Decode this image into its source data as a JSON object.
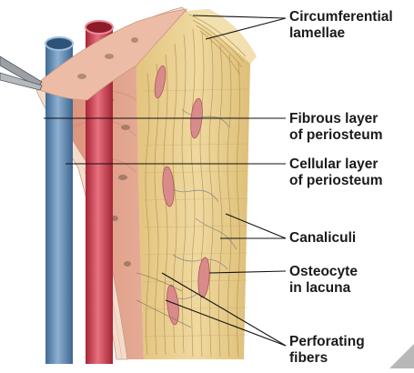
{
  "labels": {
    "circumferential_lamellae": [
      "Circumferential",
      "lamellae"
    ],
    "fibrous_layer": [
      "Fibrous layer",
      "of periosteum"
    ],
    "cellular_layer": [
      "Cellular layer",
      "of periosteum"
    ],
    "canaliculi": [
      "Canaliculi"
    ],
    "osteocyte": [
      "Osteocyte",
      "in lacuna"
    ],
    "perforating_fibers": [
      "Perforating",
      "fibers"
    ]
  },
  "colors": {
    "bone": "#e8cf8c",
    "bone_lines": "#b89552",
    "periosteum_fibrous": "#f0d3bd",
    "periosteum_cellular": "#e3a88f",
    "vein": "#6a8fb3",
    "artery": "#d44a5a",
    "osteocyte": "#d98a8a",
    "leader_line": "#111111"
  }
}
